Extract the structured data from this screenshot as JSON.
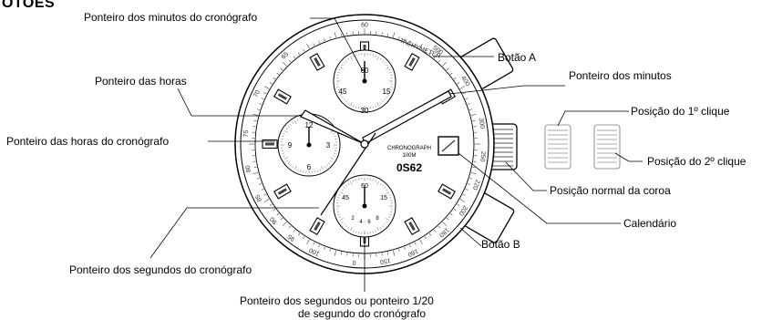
{
  "title": "OTOES",
  "labels": {
    "chrono_minute_hand": "Ponteiro dos minutos do cronógrafo",
    "hour_hand": "Ponteiro das horas",
    "chrono_hour_hand": "Ponteiro das horas do cronógrafo",
    "chrono_second_hand": "Ponteiro dos segundos do cronógrafo",
    "small_second_hand_line1": "Ponteiro dos segundos ou ponteiro 1/20",
    "small_second_hand_line2": "de segundo do cronógrafo",
    "button_a": "Botão A",
    "minute_hand": "Ponteiro dos minutos",
    "first_click": "Posição do 1º clique",
    "second_click": "Posição do 2º clique",
    "crown_normal": "Posição normal da coroa",
    "calendar": "Calendário",
    "button_b": "Botão B"
  },
  "dial": {
    "bezel_top": "TACHYMETER",
    "bezel_numbers": [
      "60",
      "500",
      "400",
      "300",
      "250",
      "220",
      "200",
      "180",
      "160",
      "150",
      "0",
      "100",
      "95",
      "90",
      "85",
      "80",
      "75",
      "70",
      "65"
    ],
    "text_line1": "CHRONOGRAPH",
    "text_line2": "100M",
    "caliber": "0S62",
    "date_value": "",
    "top_subdial": {
      "n12": "60",
      "n3": "15",
      "n6": "30",
      "n9": "45"
    },
    "left_subdial": {
      "n12": "12",
      "n3": "3",
      "n6": "6",
      "n9": "9"
    },
    "bottom_subdial": {
      "n12": "60",
      "n3": "15",
      "n9": "45",
      "inner": [
        "2",
        "4",
        "6",
        "8"
      ]
    }
  }
}
